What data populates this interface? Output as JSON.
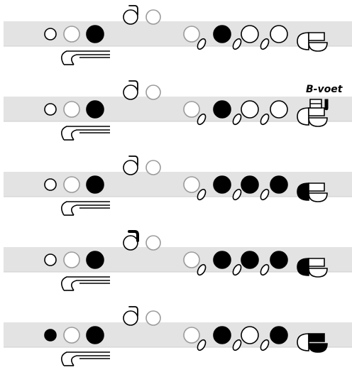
{
  "colors": {
    "tube": "#e3e3e3",
    "tube_edge": "#cfcfcf",
    "closed": "#000000",
    "open_outline": "#000000",
    "open_fill": "#ffffff",
    "grey_outline": "#9a9a9a"
  },
  "annotation": {
    "foot_label": "B-voet"
  },
  "fingerings": [
    {
      "name": "fingering-1",
      "thumb": "open",
      "k1": "grey",
      "k2": "closed",
      "octave_key": "open",
      "thumb_aux": "grey",
      "r1": "grey",
      "r2": "closed",
      "r3": "open",
      "r4": "open",
      "s1": "open",
      "s2": "open",
      "s3": "open",
      "foot_left": "open",
      "foot_top": "open",
      "foot_bottom": "open",
      "foot_b": "none"
    },
    {
      "name": "fingering-2",
      "thumb": "open",
      "k1": "grey",
      "k2": "closed",
      "octave_key": "open",
      "thumb_aux": "grey",
      "r1": "grey",
      "r2": "closed",
      "r3": "open",
      "r4": "open",
      "s1": "open",
      "s2": "open",
      "s3": "open",
      "foot_left": "open",
      "foot_top": "open",
      "foot_bottom": "open",
      "foot_b": "closed"
    },
    {
      "name": "fingering-3",
      "thumb": "open",
      "k1": "grey",
      "k2": "closed",
      "octave_key": "open",
      "thumb_aux": "grey",
      "r1": "grey",
      "r2": "closed",
      "r3": "closed",
      "r4": "closed",
      "s1": "open",
      "s2": "open",
      "s3": "open",
      "foot_left": "closed",
      "foot_top": "open",
      "foot_bottom": "open",
      "foot_b": "none"
    },
    {
      "name": "fingering-4",
      "thumb": "open",
      "k1": "grey",
      "k2": "closed",
      "octave_key": "closed",
      "thumb_aux": "grey",
      "r1": "grey",
      "r2": "closed",
      "r3": "closed",
      "r4": "closed",
      "s1": "open",
      "s2": "open",
      "s3": "open",
      "foot_left": "closed",
      "foot_top": "open",
      "foot_bottom": "open",
      "foot_b": "none"
    },
    {
      "name": "fingering-5",
      "thumb": "closed",
      "k1": "grey",
      "k2": "closed",
      "octave_key": "open",
      "thumb_aux": "grey",
      "r1": "grey",
      "r2": "closed",
      "r3": "open",
      "r4": "closed",
      "s1": "open",
      "s2": "open",
      "s3": "open",
      "foot_left": "open",
      "foot_top": "closed",
      "foot_bottom": "closed",
      "foot_b": "none"
    }
  ]
}
